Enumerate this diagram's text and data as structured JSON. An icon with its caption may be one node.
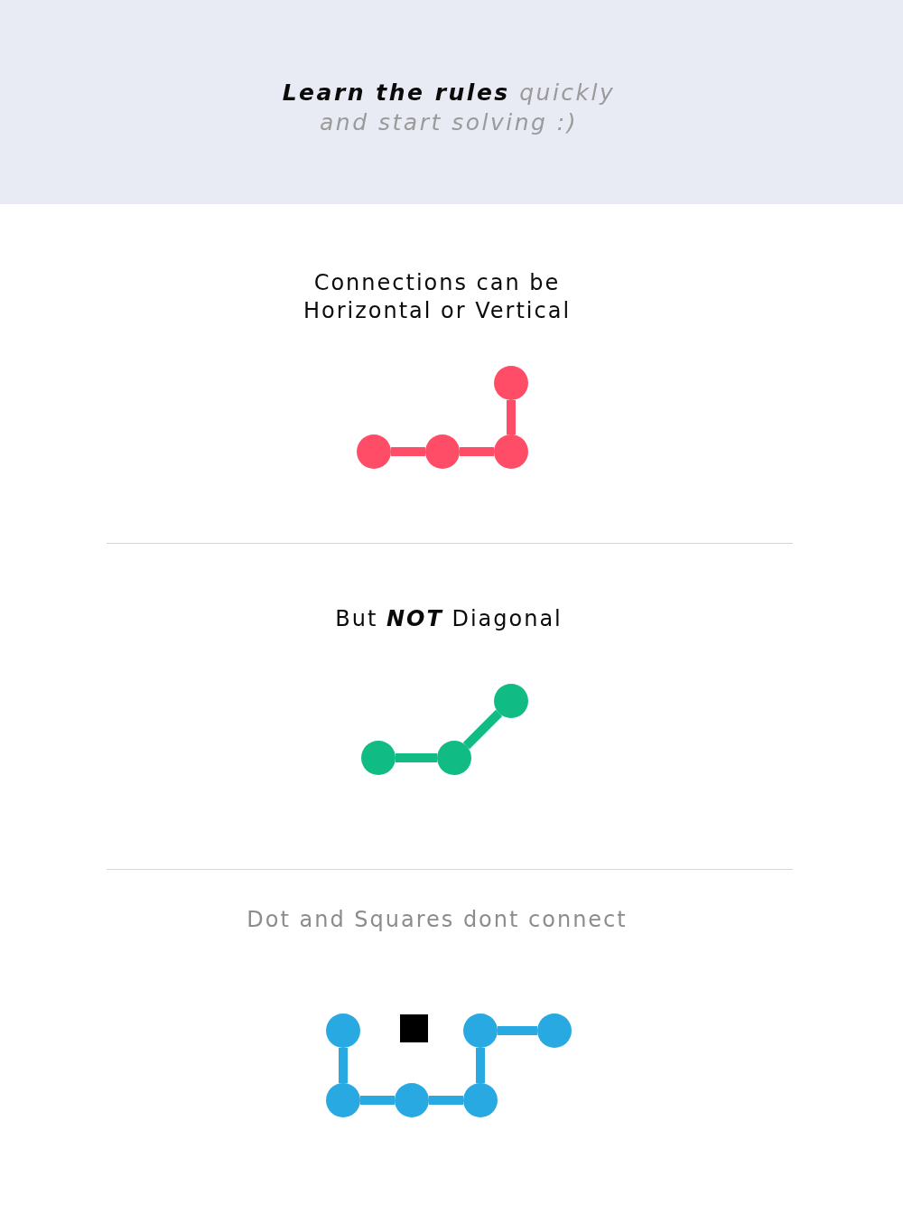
{
  "diagram": {
    "title": "**Learn the rules** quickly and start solving :)",
    "nodes": [
      {
        "text": [],
        "shape": "circle"
      },
      {
        "text": [],
        "shape": "circle"
      },
      {
        "text": [],
        "shape": "circle"
      },
      {
        "text": [],
        "shape": "circle"
      },
      {
        "text": [],
        "shape": "circle"
      },
      {
        "text": [],
        "shape": "circle"
      },
      {
        "text": [],
        "shape": "circle"
      },
      {
        "text": [],
        "shape": "circle"
      },
      {
        "text": [],
        "shape": "box"
      },
      {
        "text": [],
        "shape": "circle"
      },
      {
        "text": [],
        "shape": "circle"
      },
      {
        "text": [],
        "shape": "circle"
      },
      {
        "text": [],
        "shape": "circle"
      },
      {
        "text": [],
        "shape": "circle"
      }
    ],
    "edges": [
      {
        "from": 1,
        "to": 2,
        "arrow": "none",
        "color": "#ff4d67"
      },
      {
        "from": 2,
        "to": 3,
        "arrow": "none",
        "color": "#ff4d67"
      },
      {
        "from": 3,
        "to": 0,
        "arrow": "none",
        "color": "#ff4d67"
      },
      {
        "from": 5,
        "to": 6,
        "arrow": "none",
        "color": "#10bc83"
      },
      {
        "from": 6,
        "to": 4,
        "arrow": "none",
        "color": "#10bc83"
      },
      {
        "from": 7,
        "to": 11,
        "arrow": "none"
      },
      {
        "from": 11,
        "to": 12,
        "arrow": "none"
      },
      {
        "from": 12,
        "to": 13,
        "arrow": "none"
      },
      {
        "from": 13,
        "to": 9,
        "arrow": "none"
      },
      {
        "from": 9,
        "to": 10,
        "arrow": "none"
      }
    ],
    "labels": [
      "Connections can be Horizontal or Vertical",
      "But **NOT** Diagonal",
      "Dot and Squares dont connect"
    ]
  }
}
